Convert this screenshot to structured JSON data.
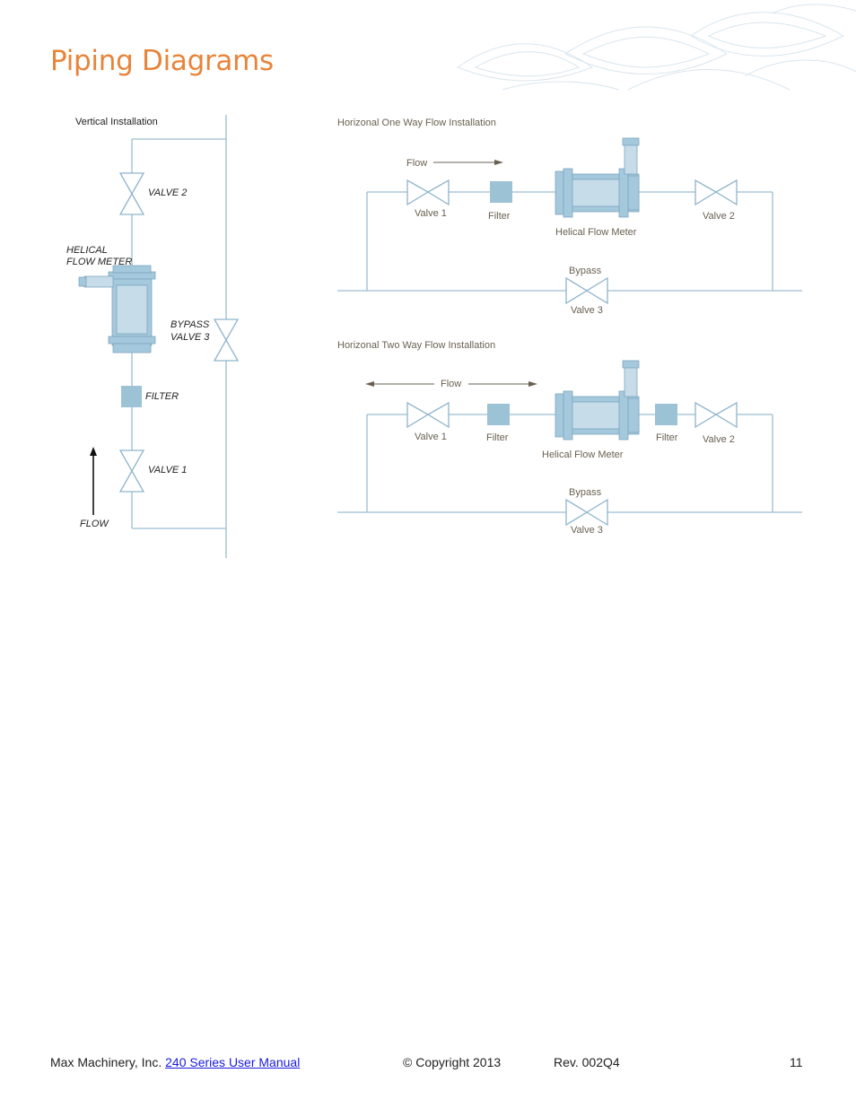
{
  "page": {
    "title": "Piping Diagrams"
  },
  "vertical": {
    "heading": "Vertical  Installation",
    "valve2": "VALVE 2",
    "meter_line1": "HELICAL",
    "meter_line2": "FLOW METER",
    "bypass_line1": "BYPASS",
    "bypass_line2": "VALVE 3",
    "filter": "FILTER",
    "valve1": "VALVE 1",
    "flow": "FLOW"
  },
  "one_way": {
    "heading": "Horizonal One Way Flow Installation",
    "flow": "Flow",
    "valve1": "Valve 1",
    "filter": "Filter",
    "meter": "Helical Flow Meter",
    "valve2": "Valve 2",
    "bypass": "Bypass",
    "valve3": "Valve  3"
  },
  "two_way": {
    "heading": "Horizonal Two Way Flow Installation",
    "flow": "Flow",
    "valve1": "Valve 1",
    "filter1": "Filter",
    "meter": "Helical Flow Meter",
    "filter2": "Filter",
    "valve2": "Valve 2",
    "bypass": "Bypass",
    "valve3": "Valve 3"
  },
  "footer": {
    "company": "Max Machinery, Inc.",
    "manual_link": "240 Series User Manual ",
    "copyright": "© Copyright 2013",
    "revision": "Rev. 002Q4",
    "page_number": "11"
  },
  "colors": {
    "title": "#e8843a",
    "pipe": "#9cbdd1",
    "component": "#9cc2d6",
    "link": "#1a1ae0"
  }
}
